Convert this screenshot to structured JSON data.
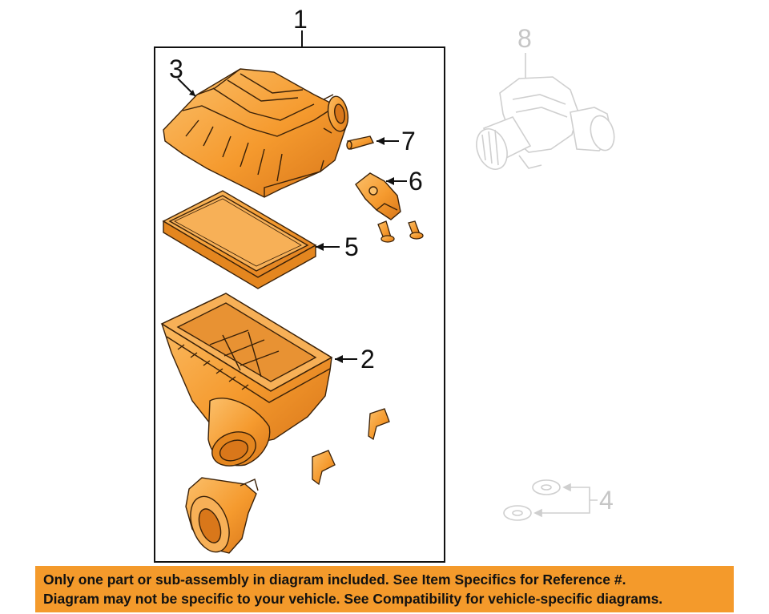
{
  "diagram": {
    "callouts": {
      "assembly": "1",
      "lower_housing": "2",
      "upper_cover": "3",
      "hose_clamp_group": "4",
      "filter_element": "5",
      "bracket": "6",
      "grommet": "7",
      "intake_duct": "8"
    },
    "colors": {
      "part_fill": "#f7a13b",
      "part_stroke": "#3a2108",
      "ghost_stroke": "#cfcfcf",
      "frame_stroke": "#111111",
      "banner_bg": "#f49a2b"
    }
  },
  "banner": {
    "line1": "Only one part or sub-assembly in diagram included. See Item Specifics for Reference #.",
    "line2": "Diagram may not be specific to your vehicle. See Compatibility for vehicle-specific diagrams."
  }
}
